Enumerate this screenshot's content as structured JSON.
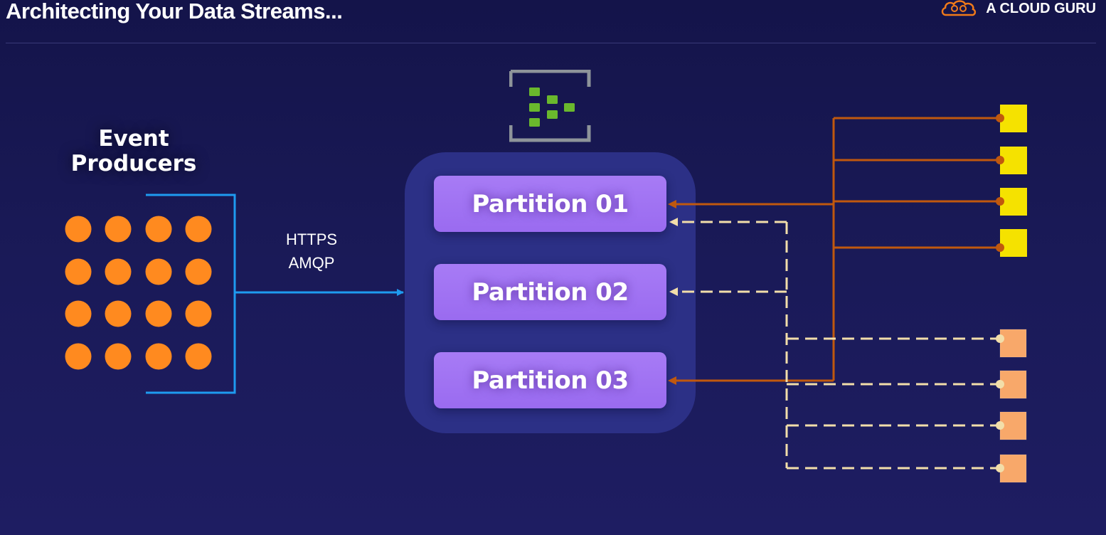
{
  "slide": {
    "title": "Architecting Your Data Streams...",
    "brand": "A CLOUD GURU"
  },
  "diagram": {
    "producers_label": "Event Producers",
    "protocols": [
      "HTTPS",
      "AMQP"
    ],
    "hub_icon": "event-hubs-icon",
    "partitions": [
      {
        "label": "Partition 01"
      },
      {
        "label": "Partition 02"
      },
      {
        "label": "Partition 03"
      }
    ],
    "producer_count": 16,
    "consumer_group_a_count": 4,
    "consumer_group_b_count": 4,
    "colors": {
      "background": "#1a1a58",
      "producer": "#ff8a1f",
      "ingest_line": "#1e9bf0",
      "hub": "#2c3086",
      "partition": "#9d70f2",
      "consumer_group_a": "#f5e200",
      "consumer_group_a_line": "#c0580e",
      "consumer_group_b": "#f8a86a",
      "consumer_group_b_line": "#f2deaa",
      "icon_bracket": "#8e949a",
      "icon_cells": "#6ab82d",
      "brand": "#f07a1a"
    }
  }
}
